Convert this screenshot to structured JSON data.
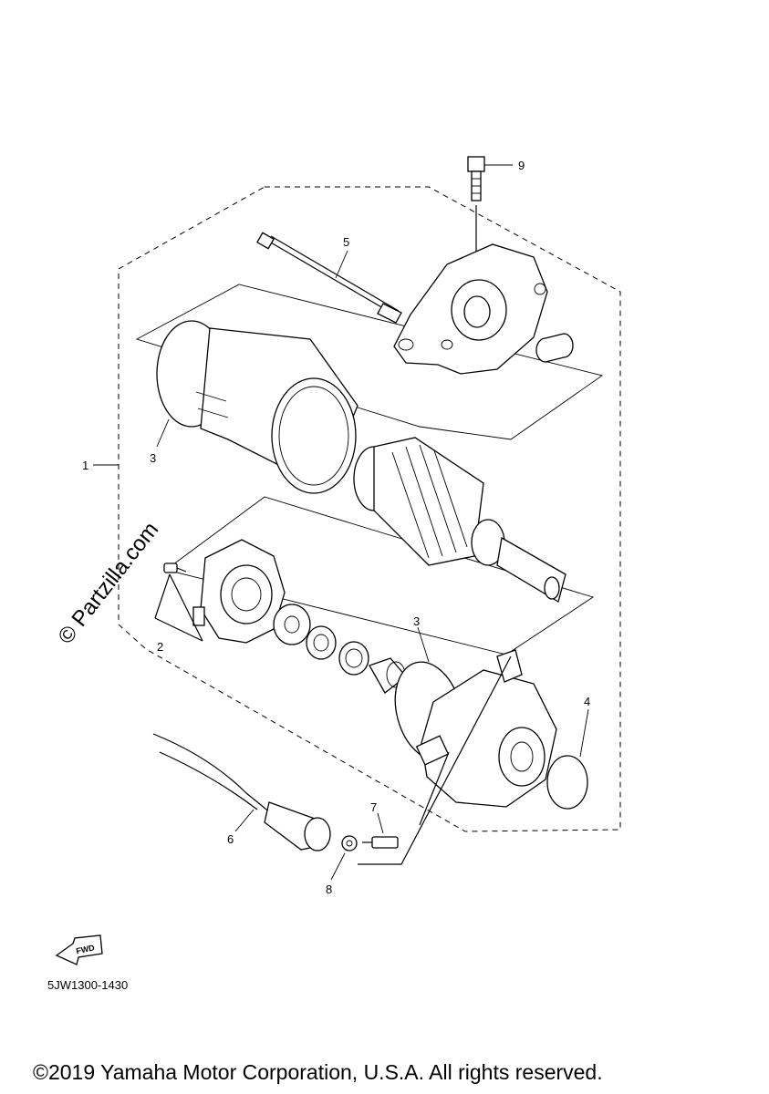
{
  "watermark": "© Partzilla.com",
  "fwd_label": "FWD",
  "diagram_code": "5JW1300-1430",
  "copyright": "©2019 Yamaha Motor Corporation, U.S.A. All rights reserved.",
  "callouts": {
    "c1": "1",
    "c2": "2",
    "c3a": "3",
    "c3b": "3",
    "c4": "4",
    "c5": "5",
    "c6": "6",
    "c7": "7",
    "c8": "8",
    "c9": "9"
  }
}
